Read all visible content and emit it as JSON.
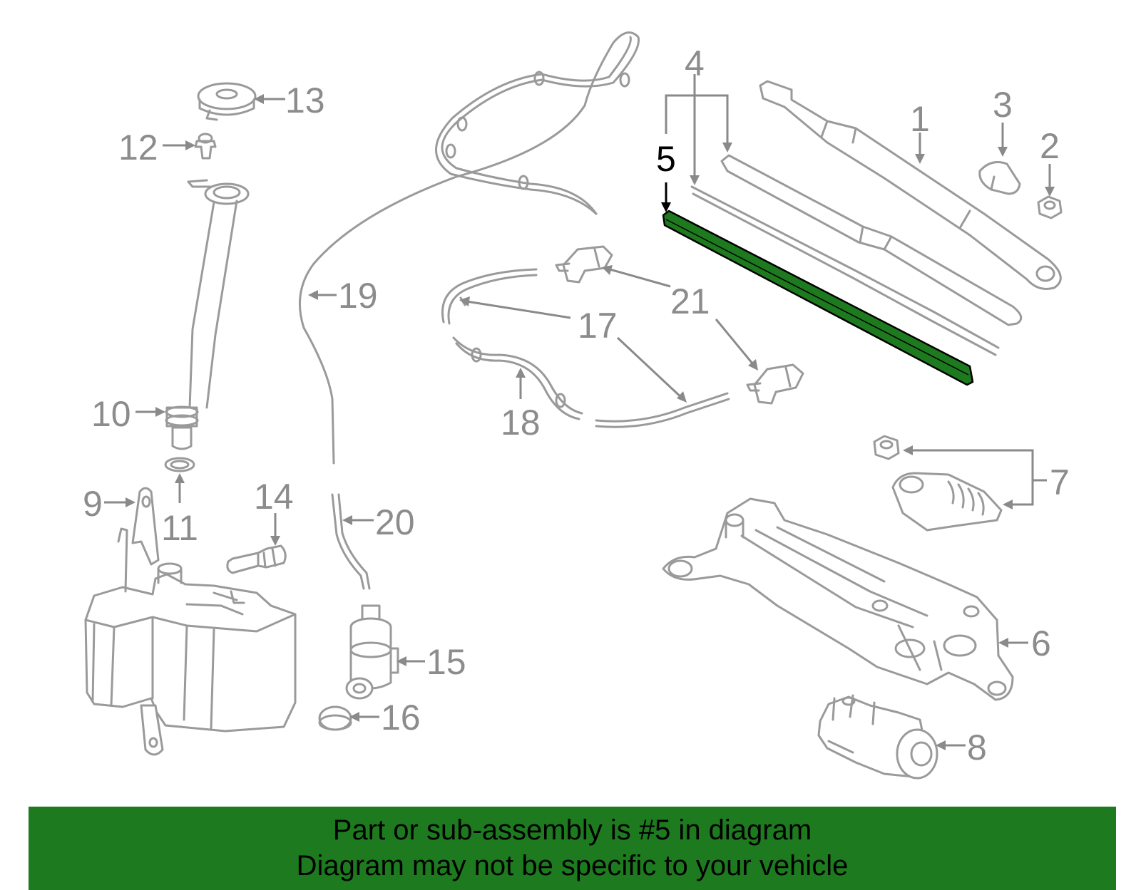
{
  "highlight_color": "#1e7a1e",
  "callouts": {
    "c1": "1",
    "c2": "2",
    "c3": "3",
    "c4": "4",
    "c5": "5",
    "c6": "6",
    "c7": "7",
    "c8": "8",
    "c9": "9",
    "c10": "10",
    "c11": "11",
    "c12": "12",
    "c13": "13",
    "c14": "14",
    "c15": "15",
    "c16": "16",
    "c17": "17",
    "c18": "18",
    "c19": "19",
    "c20": "20",
    "c21": "21"
  },
  "footer": {
    "line1": "Part or sub-assembly is #5 in diagram",
    "line2": "Diagram may not be specific to your vehicle"
  }
}
